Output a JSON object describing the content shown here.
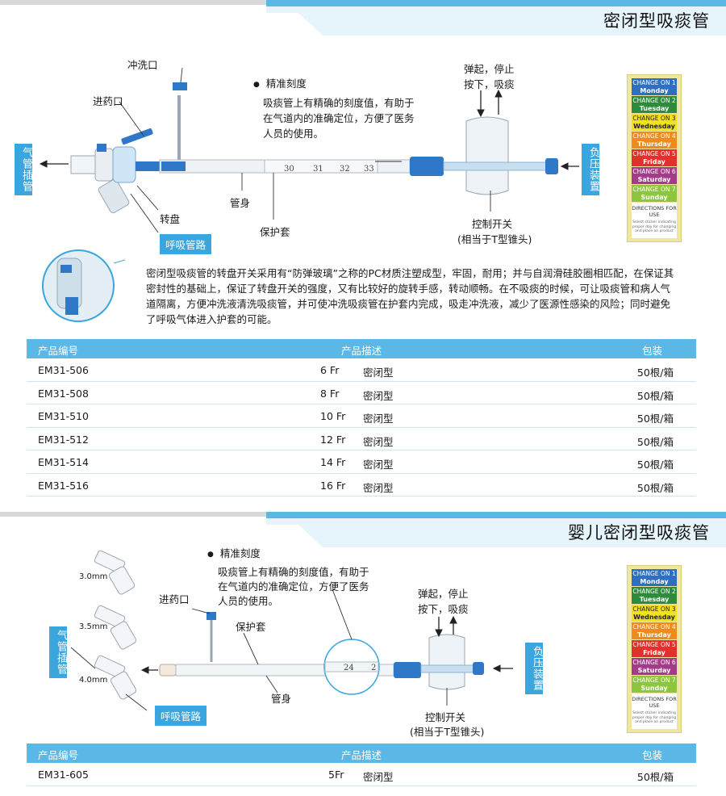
{
  "section1": {
    "title": "密闭型吸痰管",
    "labels": {
      "flush_port": "冲洗口",
      "drug_port": "进药口",
      "turntable": "转盘",
      "tube_body": "管身",
      "sheath": "保护套",
      "control_switch": "控制开关",
      "control_switch_note": "(相当于T型锥头)",
      "spring": "弹起，停止",
      "press": "按下，吸痰",
      "precise_scale_head": "精准刻度",
      "precise_scale_l1": "吸痰管上有精确的刻度值，有助于",
      "precise_scale_l2": "在气道内的准确定位，方便了医务",
      "precise_scale_l3": "人员的使用。",
      "airway": "气管插管",
      "breathing": "呼吸管路",
      "negative_pressure": "负压装置",
      "scale_marks": [
        "30",
        "31",
        "32",
        "33"
      ]
    },
    "description": [
      "密闭型吸痰管的转盘开关采用有“防弹玻璃”之称的PC材质注塑成型，牢固，耐用；并与自润滑硅胶圈相匹配，在保证其",
      "密封性的基础上，保证了转盘开关的强度，又有比较好的旋转手感，转动顺畅。在不吸痰的时候，可让吸痰管和病人气",
      "道隔离，方便冲洗液清洗吸痰管，并可使冲洗吸痰管在护套内完成，吸走冲洗液，减少了医源性感染的风险；同时避免",
      "了呼吸气体进入护套的可能。"
    ],
    "table": {
      "headers": [
        "产品编号",
        "产品描述",
        "包装"
      ],
      "rows": [
        {
          "code": "EM31-506",
          "size": "6 Fr",
          "desc": "密闭型",
          "pack": "50根/箱"
        },
        {
          "code": "EM31-508",
          "size": "8 Fr",
          "desc": "密闭型",
          "pack": "50根/箱"
        },
        {
          "code": "EM31-510",
          "size": "10 Fr",
          "desc": "密闭型",
          "pack": "50根/箱"
        },
        {
          "code": "EM31-512",
          "size": "12 Fr",
          "desc": "密闭型",
          "pack": "50根/箱"
        },
        {
          "code": "EM31-514",
          "size": "14 Fr",
          "desc": "密闭型",
          "pack": "50根/箱"
        },
        {
          "code": "EM31-516",
          "size": "16 Fr",
          "desc": "密闭型",
          "pack": "50根/箱"
        }
      ]
    }
  },
  "section2": {
    "title": "婴儿密闭型吸痰管",
    "labels": {
      "drug_port": "进药口",
      "sheath": "保护套",
      "tube_body": "管身",
      "control_switch": "控制开关",
      "control_switch_note": "(相当于T型锥头)",
      "spring": "弹起，停止",
      "press": "按下，吸痰",
      "precise_scale_head": "精准刻度",
      "precise_scale_l1": "吸痰管上有精确的刻度值，有助于",
      "precise_scale_l2": "在气道内的准确定位，方便了医务",
      "precise_scale_l3": "人员的使用。",
      "airway": "气管插管",
      "breathing": "呼吸管路",
      "negative_pressure": "负压装置",
      "size_a": "3.0mm",
      "size_b": "3.5mm",
      "size_c": "4.0mm",
      "scale_mark": "24",
      "scale_mark_b": "2"
    },
    "table": {
      "headers": [
        "产品编号",
        "产品描述",
        "包装"
      ],
      "rows": [
        {
          "code": "EM31-605",
          "size": "5Fr",
          "desc": "密闭型",
          "pack": "50根/箱"
        }
      ]
    }
  },
  "day_card": {
    "days": [
      {
        "line1": "CHANGE ON 1",
        "line2": "Monday",
        "color": "#2f6fc0"
      },
      {
        "line1": "CHANGE ON 2",
        "line2": "Tuesday",
        "color": "#2e8b3c"
      },
      {
        "line1": "CHANGE ON 3",
        "line2": "Wednesday",
        "color": "#f2e21c"
      },
      {
        "line1": "CHANGE ON 4",
        "line2": "Thursday",
        "color": "#f08a1c"
      },
      {
        "line1": "CHANGE ON 5",
        "line2": "Friday",
        "color": "#e0312b"
      },
      {
        "line1": "CHANGE ON 6",
        "line2": "Saturday",
        "color": "#a43b8a"
      },
      {
        "line1": "CHANGE ON 7",
        "line2": "Sunday",
        "color": "#8cc63f"
      }
    ],
    "directions": "DIRECTIONS FOR USE",
    "directions_note": "Select sticker indicating proper day for changing and place on product"
  },
  "colors": {
    "accent": "#3aa6dd",
    "table_header": "#5bb8e6",
    "card_bg": "#efe6a2"
  }
}
